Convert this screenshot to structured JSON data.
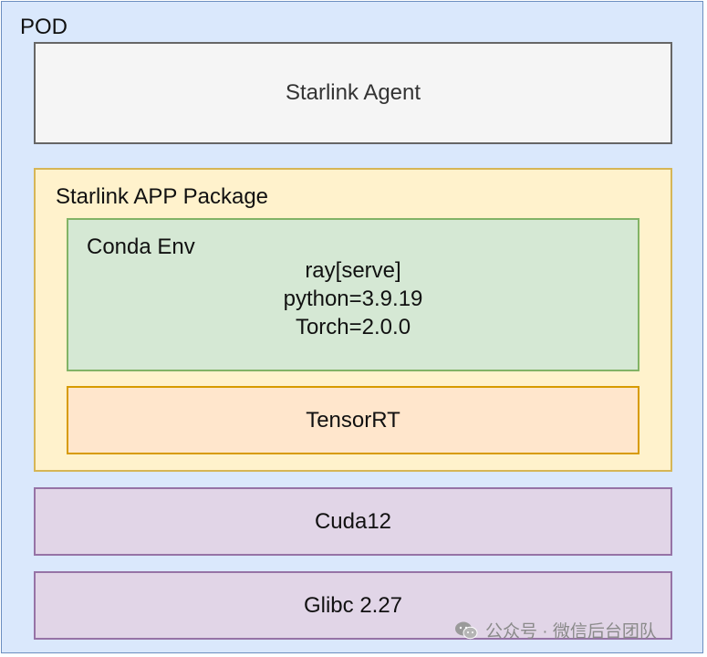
{
  "pod": {
    "label": "POD"
  },
  "agent": {
    "label": "Starlink Agent"
  },
  "package": {
    "label": "Starlink APP Package",
    "conda": {
      "label": "Conda Env",
      "lines": [
        "ray[serve]",
        "python=3.9.19",
        "Torch=2.0.0"
      ]
    },
    "tensorrt": {
      "label": "TensorRT"
    }
  },
  "cuda": {
    "label": "Cuda12"
  },
  "glibc": {
    "label": "Glibc 2.27"
  },
  "watermark": {
    "text": "公众号 · 微信后台团队",
    "icon": "wechat-icon"
  },
  "colors": {
    "pod_fill": "#dae8fc",
    "agent_fill": "#f5f5f5",
    "package_fill": "#fff2cc",
    "conda_fill": "#d5e8d4",
    "tensorrt_fill": "#ffe6cc",
    "system_fill": "#e1d5e7"
  }
}
